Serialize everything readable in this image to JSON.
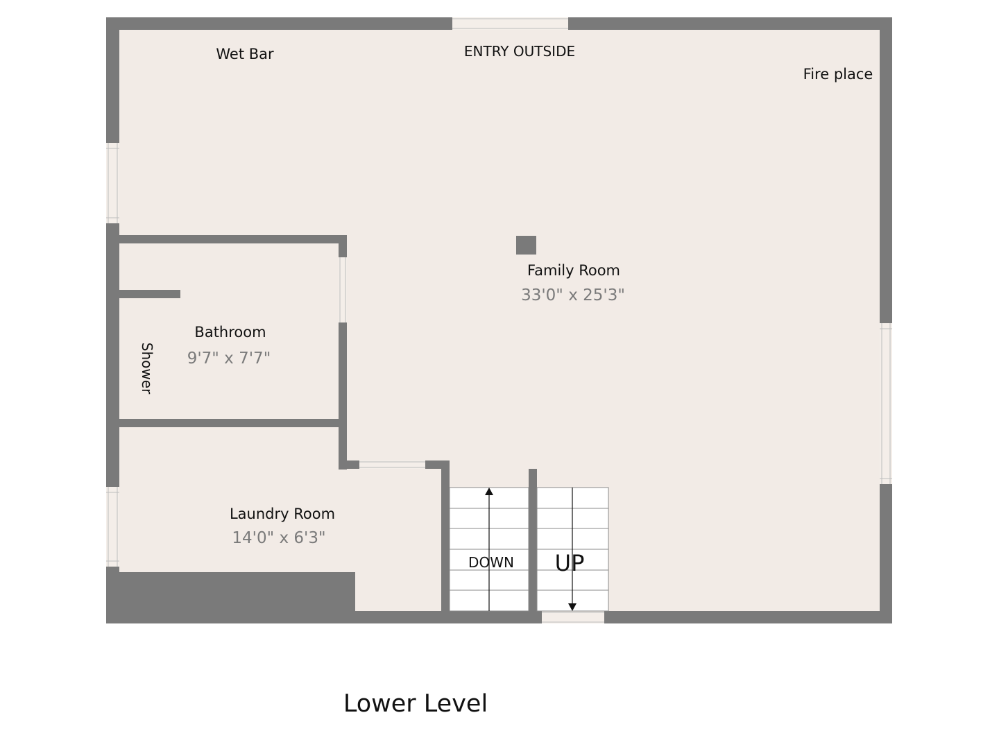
{
  "colors": {
    "wall": "#7a7a7a",
    "floor": "#f2ebe6",
    "window": "#f4eee9",
    "window_line": "#bdbdbd",
    "stair_line": "#888888",
    "text": "#111111",
    "dimension_text": "#7a7a7a"
  },
  "labels": {
    "wet_bar": "Wet Bar",
    "entry_outside": "ENTRY OUTSIDE",
    "fire_place": "Fire place",
    "shower": "Shower",
    "down": "DOWN",
    "up": "UP"
  },
  "rooms": {
    "family_room": {
      "name": "Family Room",
      "dimensions": "33'0\" x 25'3\""
    },
    "bathroom": {
      "name": "Bathroom",
      "dimensions": "9'7\" x 7'7\""
    },
    "laundry_room": {
      "name": "Laundry Room",
      "dimensions": "14'0\" x 6'3\""
    }
  },
  "floor_title": "Lower Level",
  "icons": {
    "stairs_down_arrow": "arrow-up-icon",
    "stairs_up_arrow": "arrow-down-icon",
    "column": "column-icon"
  }
}
